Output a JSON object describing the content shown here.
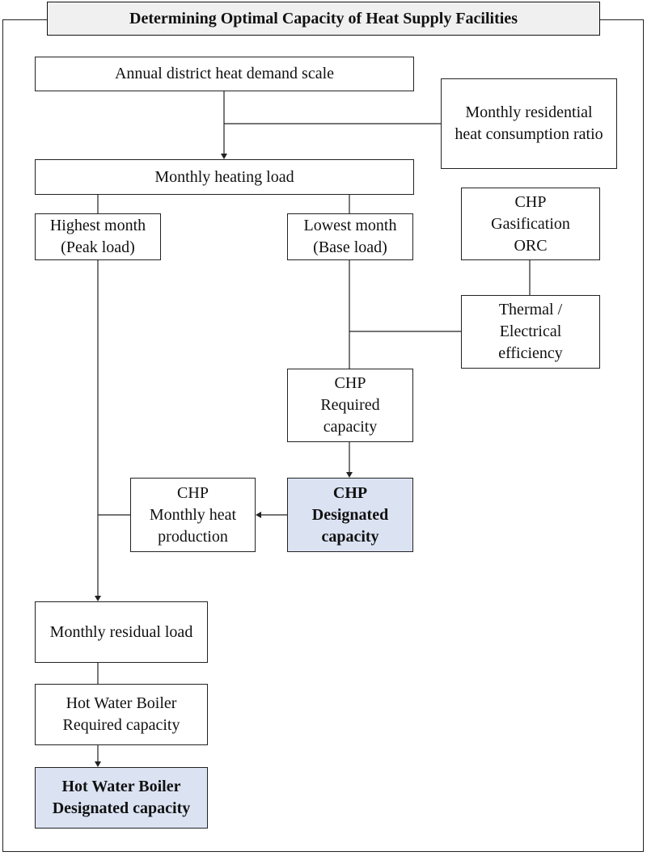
{
  "title": "Determining Optimal Capacity of Heat Supply Facilities",
  "nodes": {
    "annual_demand": {
      "lines": [
        "Annual district heat demand scale"
      ]
    },
    "residential_ratio": {
      "lines": [
        "Monthly residential",
        "heat consumption ratio"
      ]
    },
    "monthly_heating_load": {
      "lines": [
        "Monthly heating load"
      ]
    },
    "highest_month": {
      "lines": [
        "Highest month",
        "(Peak load)"
      ]
    },
    "lowest_month": {
      "lines": [
        "Lowest month",
        "(Base load)"
      ]
    },
    "technologies": {
      "lines": [
        "CHP",
        "Gasification",
        "ORC"
      ]
    },
    "efficiency": {
      "lines": [
        "Thermal /",
        "Electrical",
        "efficiency"
      ]
    },
    "chp_required": {
      "lines": [
        "CHP",
        "Required",
        "capacity"
      ]
    },
    "chp_designated": {
      "lines": [
        "CHP",
        "Designated",
        "capacity"
      ]
    },
    "chp_monthly_production": {
      "lines": [
        "CHP",
        "Monthly heat",
        "production"
      ]
    },
    "monthly_residual_load": {
      "lines": [
        "Monthly residual load"
      ]
    },
    "hwb_required": {
      "lines": [
        "Hot Water Boiler",
        "Required capacity"
      ]
    },
    "hwb_designated": {
      "lines": [
        "Hot Water Boiler",
        "Designated capacity"
      ]
    }
  },
  "colors": {
    "highlight": "#dbe3f3",
    "title_bg": "#f0f0f0",
    "line": "#222222"
  }
}
